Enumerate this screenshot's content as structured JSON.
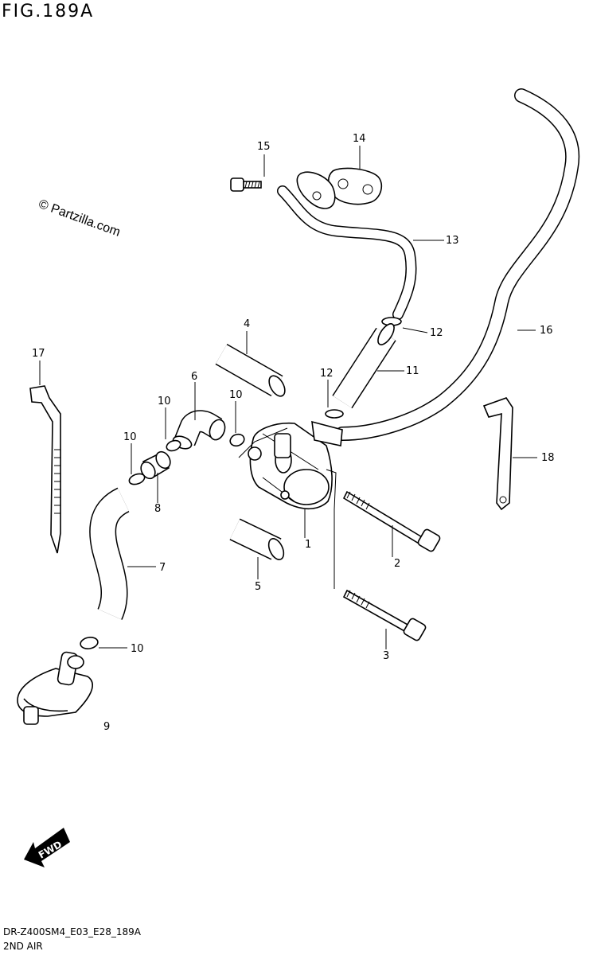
{
  "header": {
    "figure_title": "FIG.189A"
  },
  "watermark": "© Partzilla.com",
  "footer": {
    "model_code": "DR-Z400SM4_E03_E28_189A",
    "section_name": "2ND AIR"
  },
  "fwd_label": "FWD",
  "callouts": {
    "p1": "1",
    "p2": "2",
    "p3": "3",
    "p4": "4",
    "p5": "5",
    "p6": "6",
    "p7": "7",
    "p8": "8",
    "p9": "9",
    "p10a": "10",
    "p10b": "10",
    "p10c": "10",
    "p10d": "10",
    "p11": "11",
    "p12a": "12",
    "p12b": "12",
    "p13": "13",
    "p14": "14",
    "p15": "15",
    "p16": "16",
    "p17": "17",
    "p18": "18"
  }
}
